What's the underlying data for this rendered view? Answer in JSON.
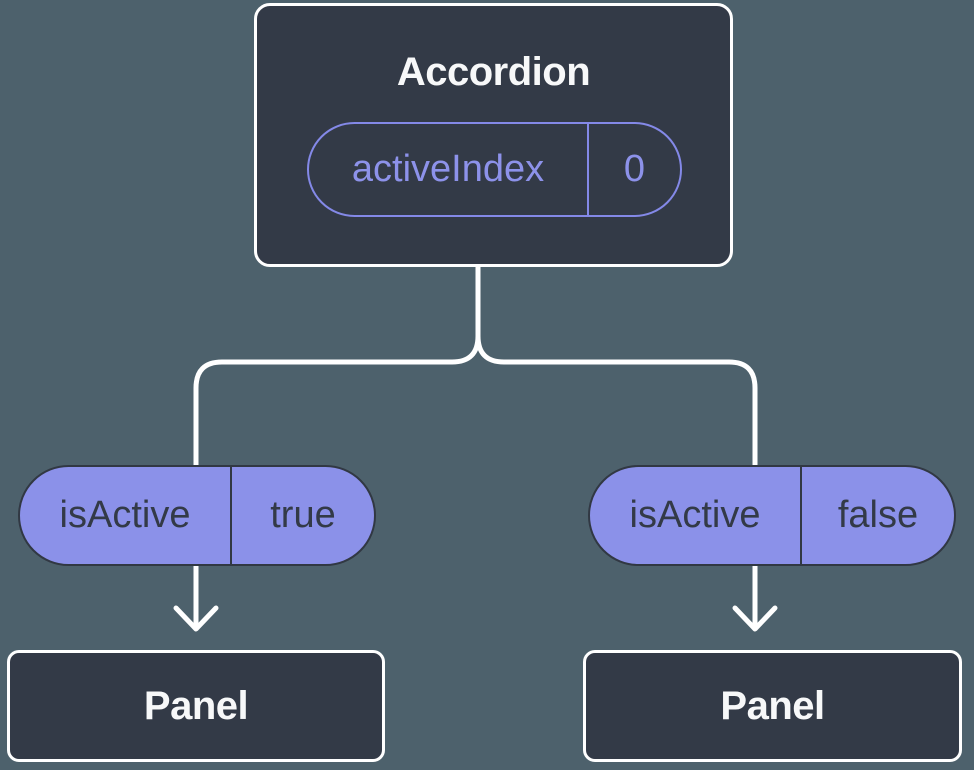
{
  "colors": {
    "background": "#4d616c",
    "node_fill": "#333a47",
    "node_border": "#ffffff",
    "pill_fill": "#8b91e9",
    "pill_dark_border": "#313843",
    "accent_purple": "#8489e8",
    "accent_purple_text": "#8d92ea",
    "connector_line": "#ffffff",
    "title_text": "#f7f8f9"
  },
  "tree": {
    "root": {
      "title": "Accordion",
      "state": {
        "name": "activeIndex",
        "value": "0"
      }
    },
    "children": [
      {
        "prop_name": "isActive",
        "prop_value": "true",
        "title": "Panel"
      },
      {
        "prop_name": "isActive",
        "prop_value": "false",
        "title": "Panel"
      }
    ]
  }
}
